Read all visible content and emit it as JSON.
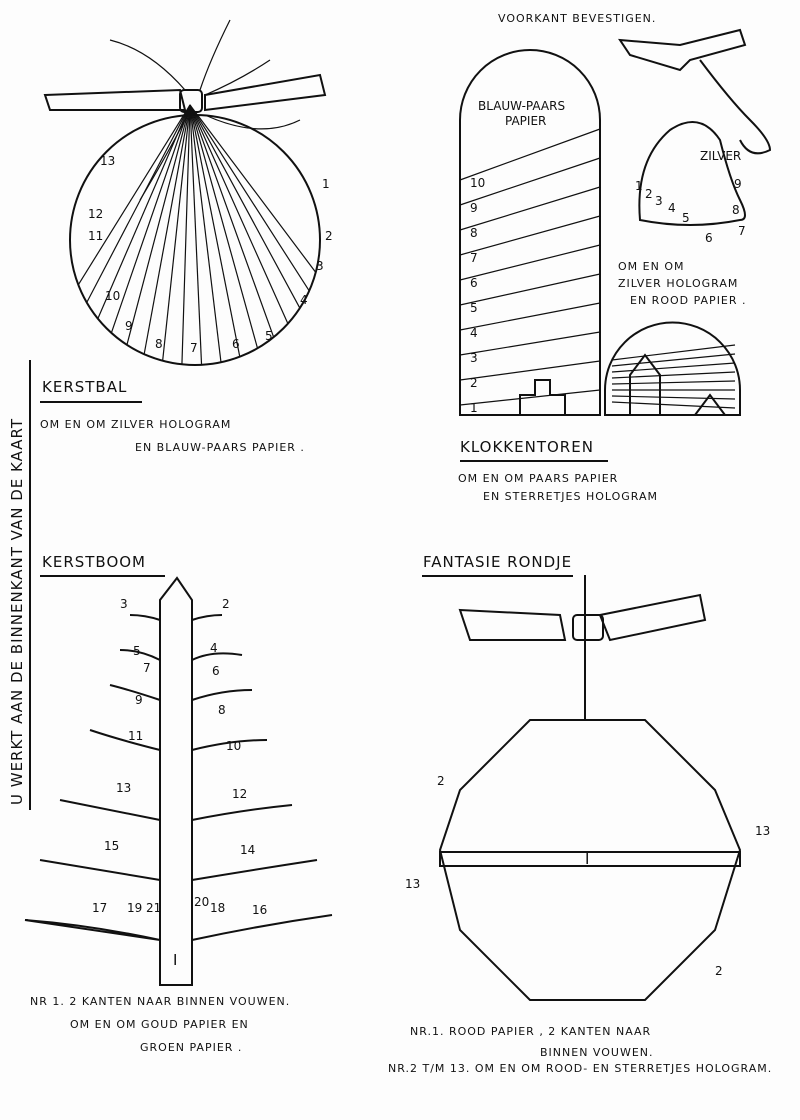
{
  "side_label": "U WERKT AAN DE BINNENKANT VAN DE KAART",
  "top_note": "VOORKANT BEVESTIGEN.",
  "kerstbal": {
    "title": "KERSTBAL",
    "line1": "OM EN OM ZILVER HOLOGRAM",
    "line2": "EN BLAUW-PAARS PAPIER .",
    "numbers": [
      "1",
      "2",
      "3",
      "4",
      "5",
      "6",
      "7",
      "8",
      "9",
      "10",
      "11",
      "12",
      "13"
    ]
  },
  "klokkentoren": {
    "title": "KLOKKENTOREN",
    "paper_label_1": "BLAUW-PAARS",
    "paper_label_2": "PAPIER",
    "line1": "OM EN OM PAARS PAPIER",
    "line2": "EN STERRETJES HOLOGRAM",
    "numbers": [
      "1",
      "2",
      "3",
      "4",
      "5",
      "6",
      "7",
      "8",
      "9",
      "10"
    ]
  },
  "klok": {
    "label": "ZILVER",
    "line1": "OM EN OM",
    "line2": "ZILVER HOLOGRAM",
    "line3": "EN ROOD PAPIER .",
    "numbers": [
      "1",
      "2",
      "3",
      "4",
      "5",
      "6",
      "7",
      "8",
      "9"
    ]
  },
  "kerstboom": {
    "title": "KERSTBOOM",
    "numbers_left": [
      "3",
      "5",
      "7",
      "9",
      "11",
      "13",
      "15",
      "17",
      "19",
      "21"
    ],
    "numbers_right": [
      "2",
      "4",
      "6",
      "8",
      "10",
      "12",
      "14",
      "16",
      "18",
      "20"
    ],
    "center": "I",
    "line1": "NR 1. 2 KANTEN NAAR BINNEN VOUWEN.",
    "line2": "OM EN OM GOUD PAPIER EN",
    "line3": "GROEN PAPIER ."
  },
  "fantasie": {
    "title": "FANTASIE RONDJE",
    "center": "I",
    "labels": [
      "2",
      "13",
      "13",
      "2"
    ],
    "line1": "NR.1. ROOD PAPIER , 2 KANTEN NAAR",
    "line2": "BINNEN VOUWEN.",
    "line3": "NR.2 T/M 13. OM EN OM ROOD- EN STERRETJES HOLOGRAM."
  }
}
